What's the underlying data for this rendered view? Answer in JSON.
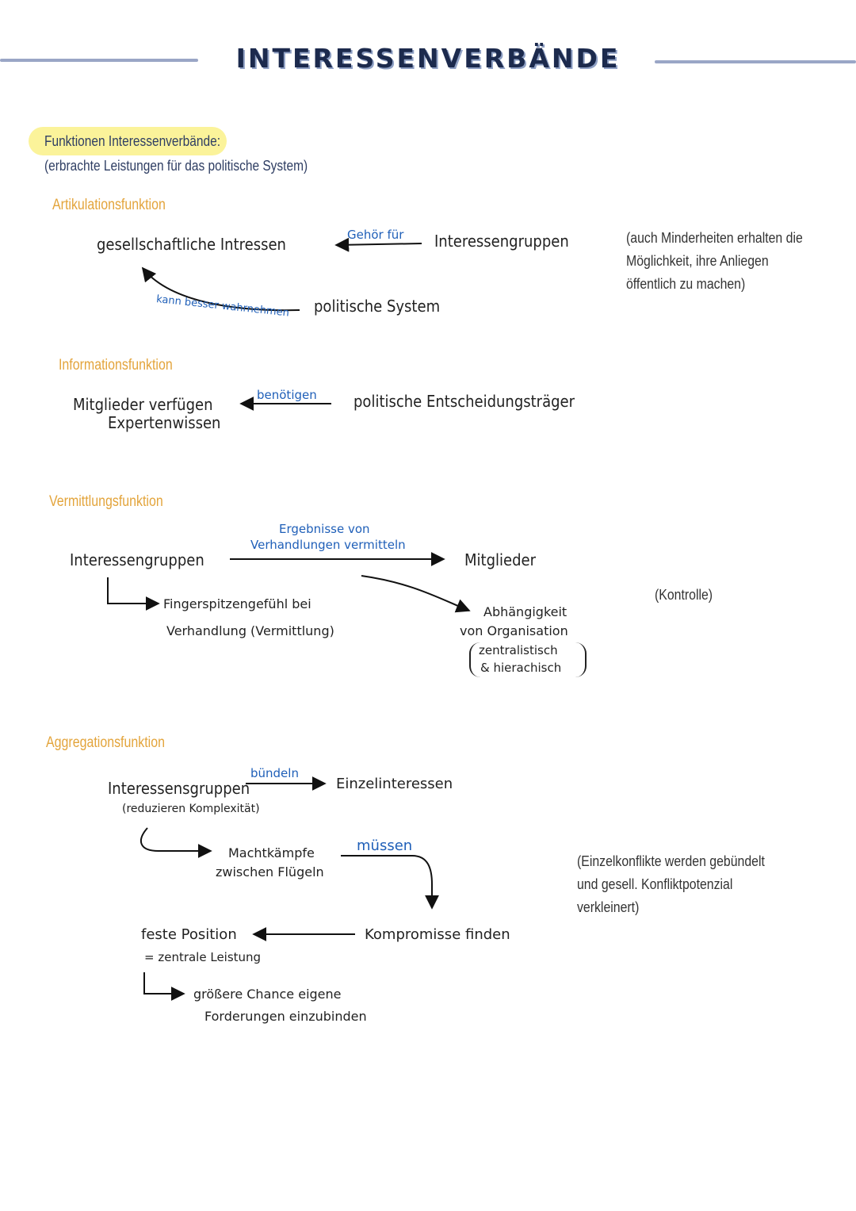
{
  "title": "INTERESSENVERBÄNDE",
  "intro": {
    "heading": "Funktionen Interessenverbände:",
    "subheading": "(erbrachte Leistungen für das politische System)"
  },
  "artikulation": {
    "label": "Artikulationsfunktion",
    "left": "gesellschaftliche Intressen",
    "arrow_top": "Gehör für",
    "right": "Interessengruppen",
    "arrow_bottom": "kann besser wahrnehmen",
    "bottom": "politische System",
    "note": "(auch Minderheiten erhalten die Möglichkeit, ihre Anliegen öffentlich zu machen)"
  },
  "information": {
    "label": "Informationsfunktion",
    "left_line1": "Mitglieder verfügen",
    "left_line2": "Expertenwissen",
    "arrow": "benötigen",
    "right": "politische Entscheidungsträger"
  },
  "vermittlung": {
    "label": "Vermittlungsfunktion",
    "left": "Interessengruppen",
    "arrow_line1": "Ergebnisse von",
    "arrow_line2": "Verhandlungen vermitteln",
    "right": "Mitglieder",
    "sub_line1": "Fingerspitzengefühl bei",
    "sub_line2": "Verhandlung (Vermittlung)",
    "dep_line1": "Abhängigkeit",
    "dep_line2": "von Organisation",
    "dep_line3": "zentralistisch",
    "dep_line4": "& hierachisch",
    "note": "(Kontrolle)"
  },
  "aggregation": {
    "label": "Aggregationsfunktion",
    "left": "Interessensgruppen",
    "arrow": "bündeln",
    "right": "Einzelinteressen",
    "sub": "(reduzieren Komplexität)",
    "power_line1": "Machtkämpfe",
    "power_line2": "zwischen Flügeln",
    "must": "müssen",
    "compromise": "Kompromisse finden",
    "fixed_line1": "feste Position",
    "fixed_line2": "= zentrale Leistung",
    "chance_line1": "größere Chance eigene",
    "chance_line2": "Forderungen einzubinden",
    "note": "(Einzelkonflikte werden gebündelt und gesell. Konfliktpotenzial verkleinert)"
  },
  "colors": {
    "title": "#1c2a4d",
    "title_shadow": "#8fa0c4",
    "rule": "#9aa6c6",
    "highlight": "#fbf39a",
    "section_label": "#e3a43b",
    "arrow_label": "#1f5fb8"
  }
}
